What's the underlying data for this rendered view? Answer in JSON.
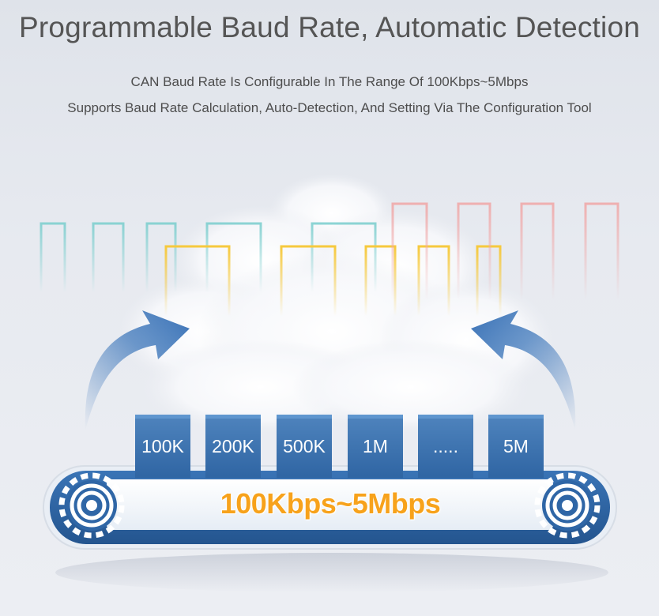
{
  "title": "Programmable Baud Rate, Automatic Detection",
  "subtitle_lines": [
    "CAN Baud Rate Is Configurable In The Range Of 100Kbps~5Mbps",
    "Supports Baud Rate Calculation, Auto-Detection, And Setting Via The Configuration Tool"
  ],
  "rate_boxes": [
    "100K",
    "200K",
    "500K",
    "1M",
    ".....",
    "5M"
  ],
  "range_label": "100Kbps~5Mbps",
  "icons": [
    "curved-arrow-left-icon",
    "curved-arrow-right-icon",
    "gear-left-icon",
    "gear-right-icon",
    "cloud-icon",
    "signal-waveform-icon"
  ],
  "colors": {
    "title_text": "#555555",
    "box_blue": "#3a6fad",
    "band_blue": "#2c62a0",
    "range_text": "#f7a21b",
    "wave_teal": "#8fd3d3",
    "wave_yellow": "#f6cf55",
    "wave_pink": "#f1b3b3"
  }
}
